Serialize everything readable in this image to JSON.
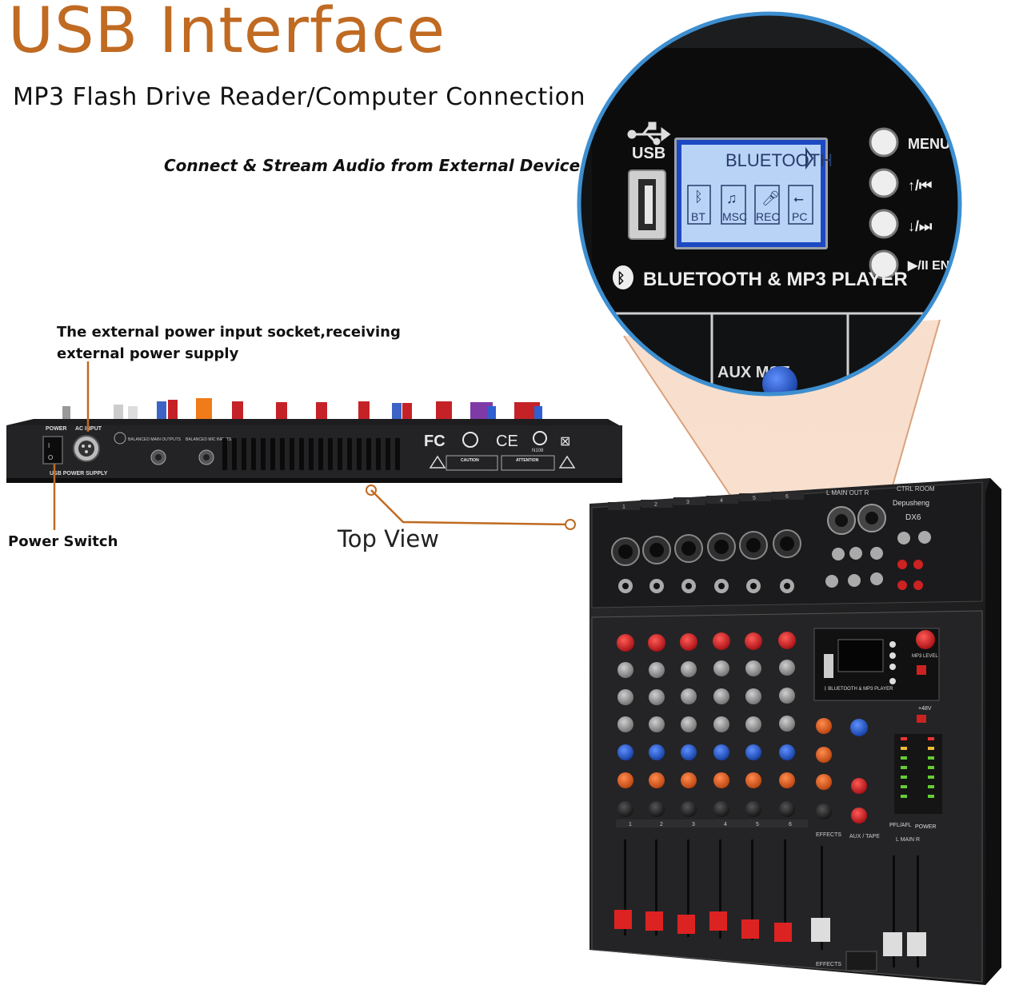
{
  "header": {
    "title": "USB Interface",
    "subtitle": "MP3 Flash Drive Reader/Computer Connection",
    "tagline": "Connect & Stream Audio from External Devices"
  },
  "callouts": {
    "external_power": "The external power input socket,receiving external power supply",
    "power_switch": "Power Switch",
    "top_view": "Top View"
  },
  "rear_panel": {
    "power": "POWER",
    "ac_input": "AC INPUT",
    "usb_power_supply": "USB POWER SUPPLY",
    "balanced_main_outputs": "BALANCED MAIN OUTPUTS",
    "balanced_mic_inputs": "BALANCED MIC INPUTS",
    "caution": "CAUTION",
    "attention": "ATTENTION",
    "cert_mark": "N108"
  },
  "zoom": {
    "usb_label": "USB",
    "lcd_header": "BLUETOOTH",
    "lcd_icons": [
      "BT",
      "MSC",
      "REC",
      "PC"
    ],
    "player_label": "BLUETOOTH & MP3 PLAYER",
    "buttons": [
      "MENU",
      "↑/⏮",
      "↓/⏭",
      "▶/II ENTER"
    ],
    "aux_label": "AUX MST"
  },
  "mixer": {
    "brand": "Depusheng",
    "model": "DX6",
    "ctrl_room": "CTRL ROOM",
    "main_out": "L MAIN OUT R",
    "channels": [
      "1",
      "2",
      "3",
      "4",
      "5",
      "6"
    ],
    "effects_label": "EFFECTS",
    "aux_tape_label": "AUX / TAPE",
    "main_label": "L MAIN R",
    "mp3_level": "MP3 LEVEL",
    "phantom": "+48V",
    "pfl_afl": "PFL/AFL",
    "power": "POWER"
  },
  "colors": {
    "accent": "#c06a22",
    "lcd": "#2f63d6",
    "knob_red": "#d4141b",
    "knob_blue": "#1f56c9",
    "knob_orange": "#e65a1c"
  }
}
